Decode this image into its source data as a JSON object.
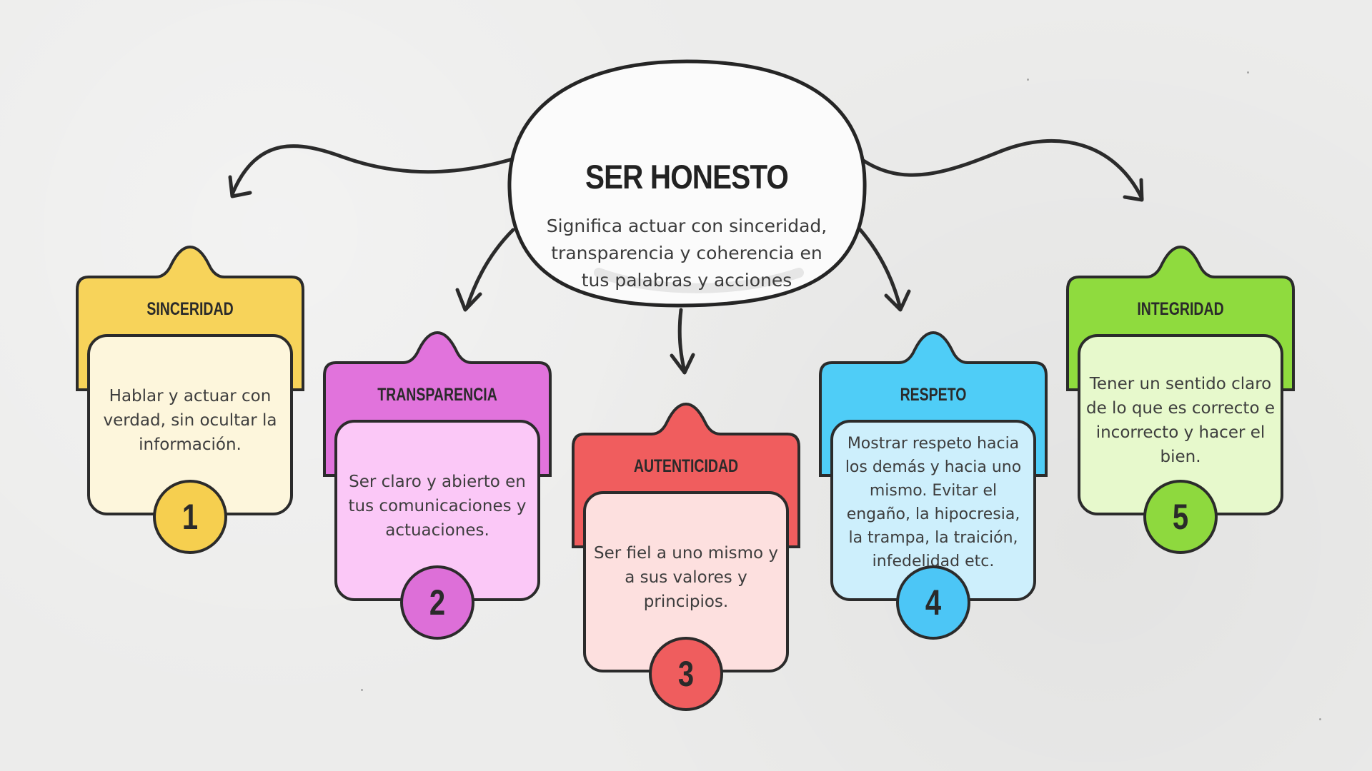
{
  "central": {
    "title": "SER HONESTO",
    "description": "Significa actuar con sinceridad, transparencia y coherencia en tus palabras y acciones"
  },
  "cards": [
    {
      "title": "SINCERIDAD",
      "text": "Hablar y actuar con verdad, sin ocultar la información.",
      "number": "1",
      "header_color": "#f7d35a",
      "body_color": "#fdf6dc",
      "badge_color": "#f6cf4f"
    },
    {
      "title": "TRANSPARENCIA",
      "text": "Ser claro y abierto en tus comunicaciones y actuaciones.",
      "number": "2",
      "header_color": "#e173dc",
      "body_color": "#fbc8f7",
      "badge_color": "#dd6fd8"
    },
    {
      "title": "AUTENTICIDAD",
      "text": "Ser fiel a uno mismo y a sus valores y principios.",
      "number": "3",
      "header_color": "#f05d5e",
      "body_color": "#fde0df",
      "badge_color": "#ef5d5e"
    },
    {
      "title": "RESPETO",
      "text": "Mostrar respeto hacia los demás y hacia uno mismo. Evitar el engaño, la hipocresia, la trampa, la traición, infedelidad etc.",
      "number": "4",
      "header_color": "#4fcdf7",
      "body_color": "#cdeffc",
      "badge_color": "#4cc6f6"
    },
    {
      "title": "INTEGRIDAD",
      "text": "Tener un sentido claro de lo que es correcto e incorrecto y hacer el bien.",
      "number": "5",
      "header_color": "#8fdb3e",
      "body_color": "#e7f9cc",
      "badge_color": "#8ed93e"
    }
  ]
}
